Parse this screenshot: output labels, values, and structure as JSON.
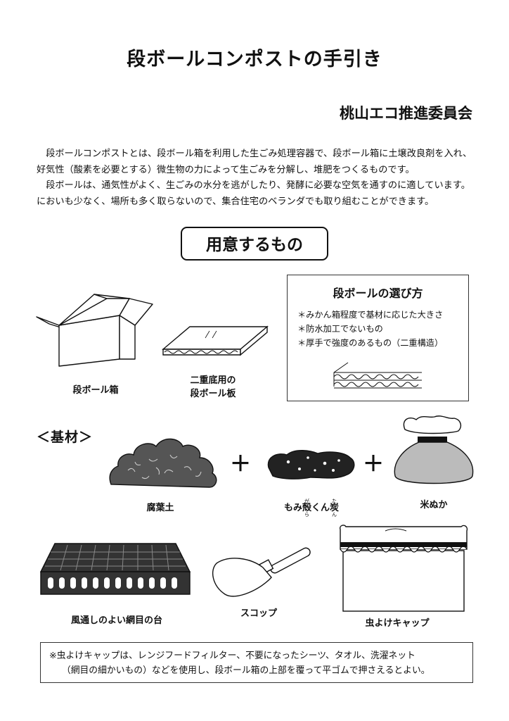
{
  "title": "段ボールコンポストの手引き",
  "organization": "桃山エコ推進委員会",
  "intro": [
    "段ボールコンポストとは、段ボール箱を利用した生ごみ処理容器で、段ボール箱に土壌改良剤を入れ、好気性（酸素を必要とする）微生物の力によって生ごみを分解し、堆肥をつくるものです。",
    "段ボールは、通気性がよく、生ごみの水分を逃がしたり、発酵に必要な空気を通すのに適しています。においも少なく、場所も多く取らないので、集合住宅のベランダでも取り組むことができます。"
  ],
  "section_title": "用意するもの",
  "choose": {
    "title": "段ボールの選び方",
    "items": [
      "＊みかん箱程度で基材に応じた大きさ",
      "＊防水加工でないもの",
      "＊厚手で強度のあるもの（二重構造）"
    ]
  },
  "items": {
    "box": "段ボール箱",
    "board_line1": "二重底用の",
    "board_line2": "段ボール板"
  },
  "kizai_label": "＜基材＞",
  "plus": "＋",
  "materials": {
    "fuyodo": "腐葉土",
    "momigara_pre": "もみ",
    "momigara_kara": "殻",
    "momigara_kara_ruby": "がら",
    "momigara_mid": "くん",
    "momigara_tan": "炭",
    "momigara_tan_ruby": "たん",
    "nuka": "米ぬか"
  },
  "tools": {
    "stand": "風通しのよい網目の台",
    "scoop": "スコップ",
    "cap": "虫よけキャップ"
  },
  "note": {
    "line1": "※虫よけキャップは、レンジフードフィルター、不要になったシーツ、タオル、洗濯ネット",
    "line2": "（網目の細かいもの）などを使用し、段ボール箱の上部を覆って平ゴムで押さえるとよい。"
  }
}
